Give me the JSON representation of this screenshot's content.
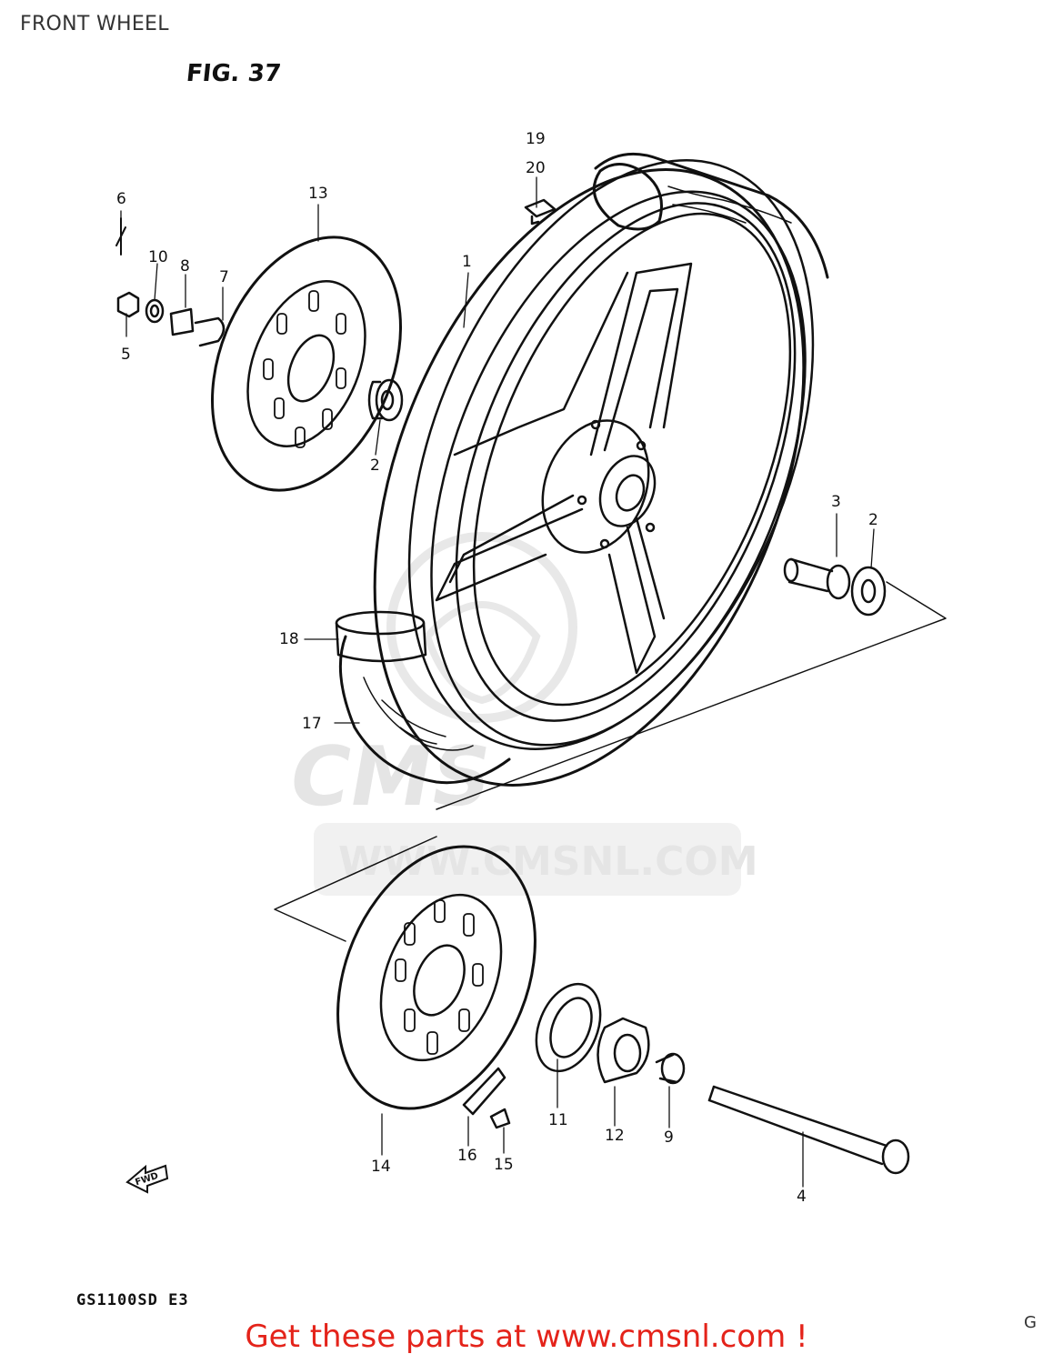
{
  "header": {
    "title": "FRONT WHEEL"
  },
  "figure": {
    "label": "FIG. 37",
    "model": "GS1100SD  E3",
    "corner_mark": "G"
  },
  "watermark": {
    "text": "WWW.CMSNL.COM",
    "logo_text": "CMS"
  },
  "fwd_arrow": {
    "label": "FWD"
  },
  "callouts": [
    {
      "id": "c1",
      "label": "1"
    },
    {
      "id": "c2a",
      "label": "2"
    },
    {
      "id": "c2b",
      "label": "2"
    },
    {
      "id": "c3",
      "label": "3"
    },
    {
      "id": "c4",
      "label": "4"
    },
    {
      "id": "c5",
      "label": "5"
    },
    {
      "id": "c6",
      "label": "6"
    },
    {
      "id": "c7",
      "label": "7"
    },
    {
      "id": "c8",
      "label": "8"
    },
    {
      "id": "c9",
      "label": "9"
    },
    {
      "id": "c10",
      "label": "10"
    },
    {
      "id": "c11",
      "label": "11"
    },
    {
      "id": "c12",
      "label": "12"
    },
    {
      "id": "c13",
      "label": "13"
    },
    {
      "id": "c14",
      "label": "14"
    },
    {
      "id": "c15",
      "label": "15"
    },
    {
      "id": "c16",
      "label": "16"
    },
    {
      "id": "c17",
      "label": "17"
    },
    {
      "id": "c18",
      "label": "18"
    },
    {
      "id": "c19",
      "label": "19"
    },
    {
      "id": "c20",
      "label": "20"
    }
  ],
  "footer": {
    "promo_text": "Get these parts at www.cmsnl.com !"
  }
}
